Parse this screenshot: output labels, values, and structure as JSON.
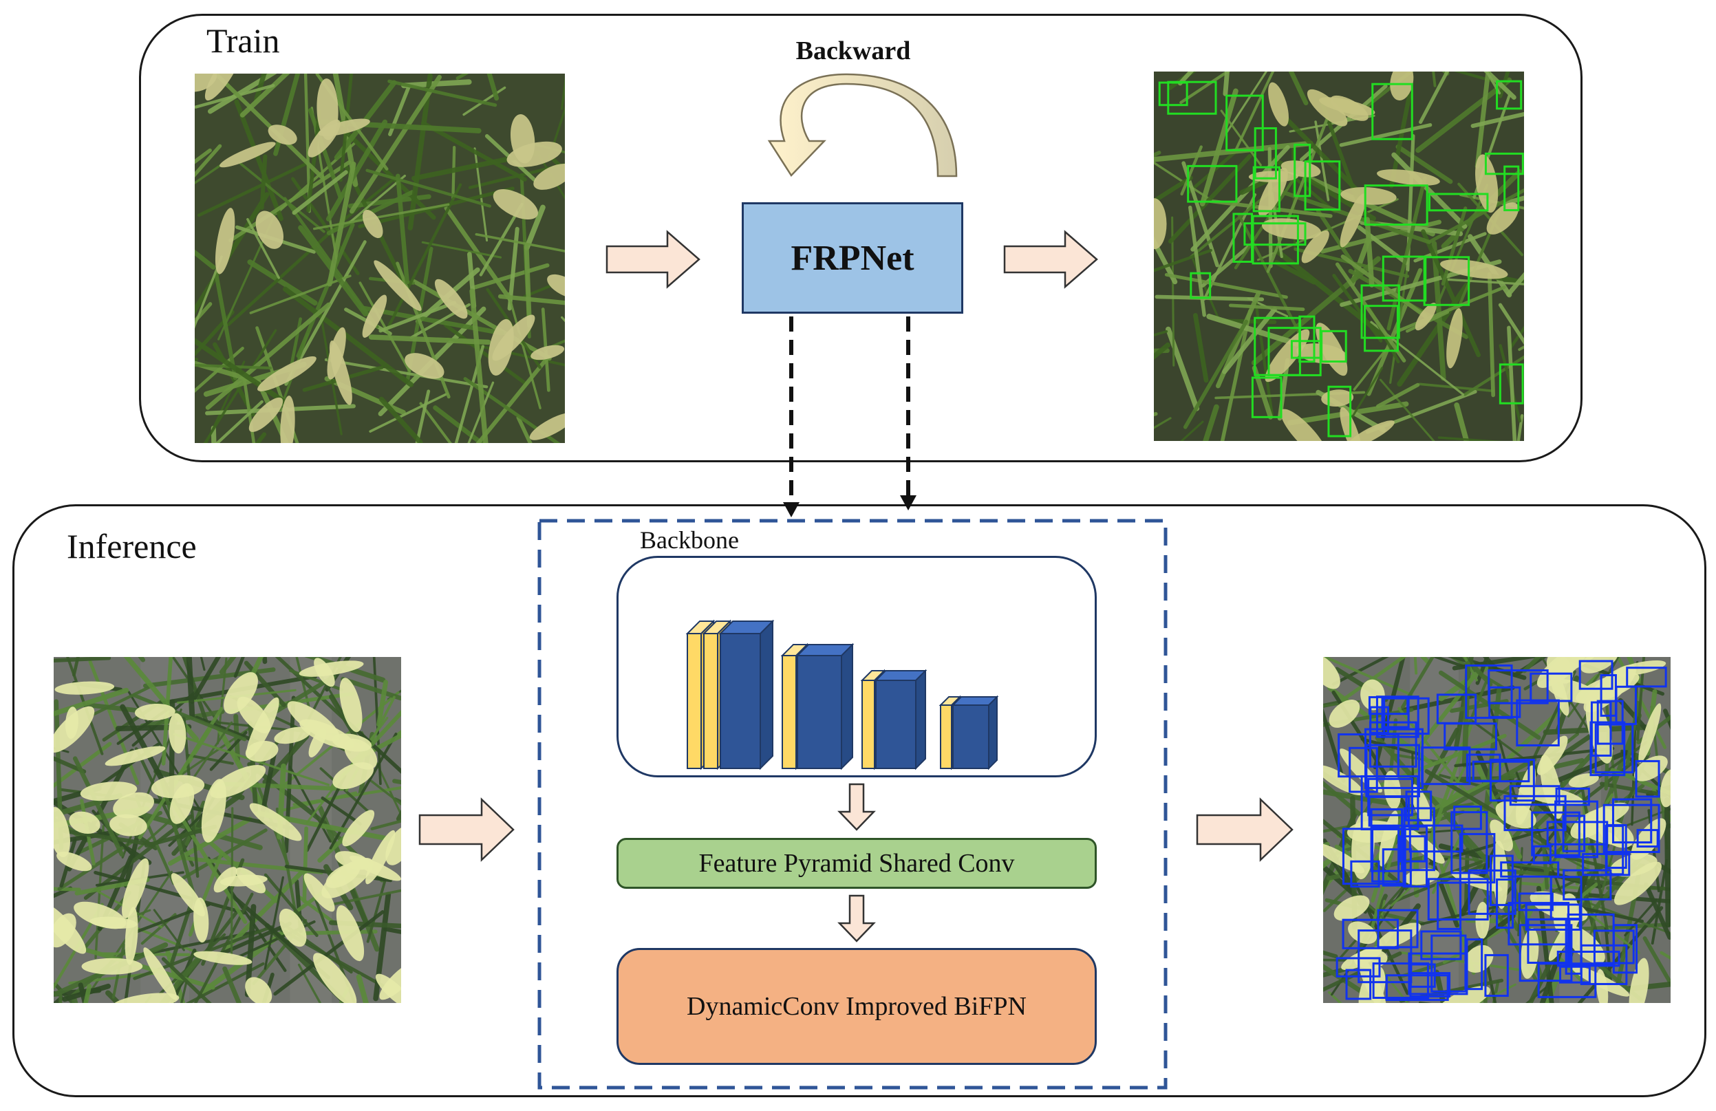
{
  "train": {
    "label": "Train"
  },
  "inference": {
    "label": "Inference"
  },
  "backward": {
    "label": "Backward"
  },
  "model": {
    "label": "FRPNet"
  },
  "backbone": {
    "label": "Backbone"
  },
  "feature_pyramid": {
    "label": "Feature Pyramid Shared Conv"
  },
  "bifpn": {
    "label": "DynamicConv Improved BiFPN"
  },
  "colors": {
    "frpnet_fill": "#9dc3e6",
    "feature_pyramid_fill": "#a9d18e",
    "bifpn_fill": "#f4b183",
    "block_yellow": "#ffd966",
    "block_blue": "#2f5597",
    "arrow_fill": "#fbe5d6",
    "train_box_color": "#22dd22",
    "inference_box_color": "#1133ee",
    "dashed_border": "#2f5597"
  }
}
